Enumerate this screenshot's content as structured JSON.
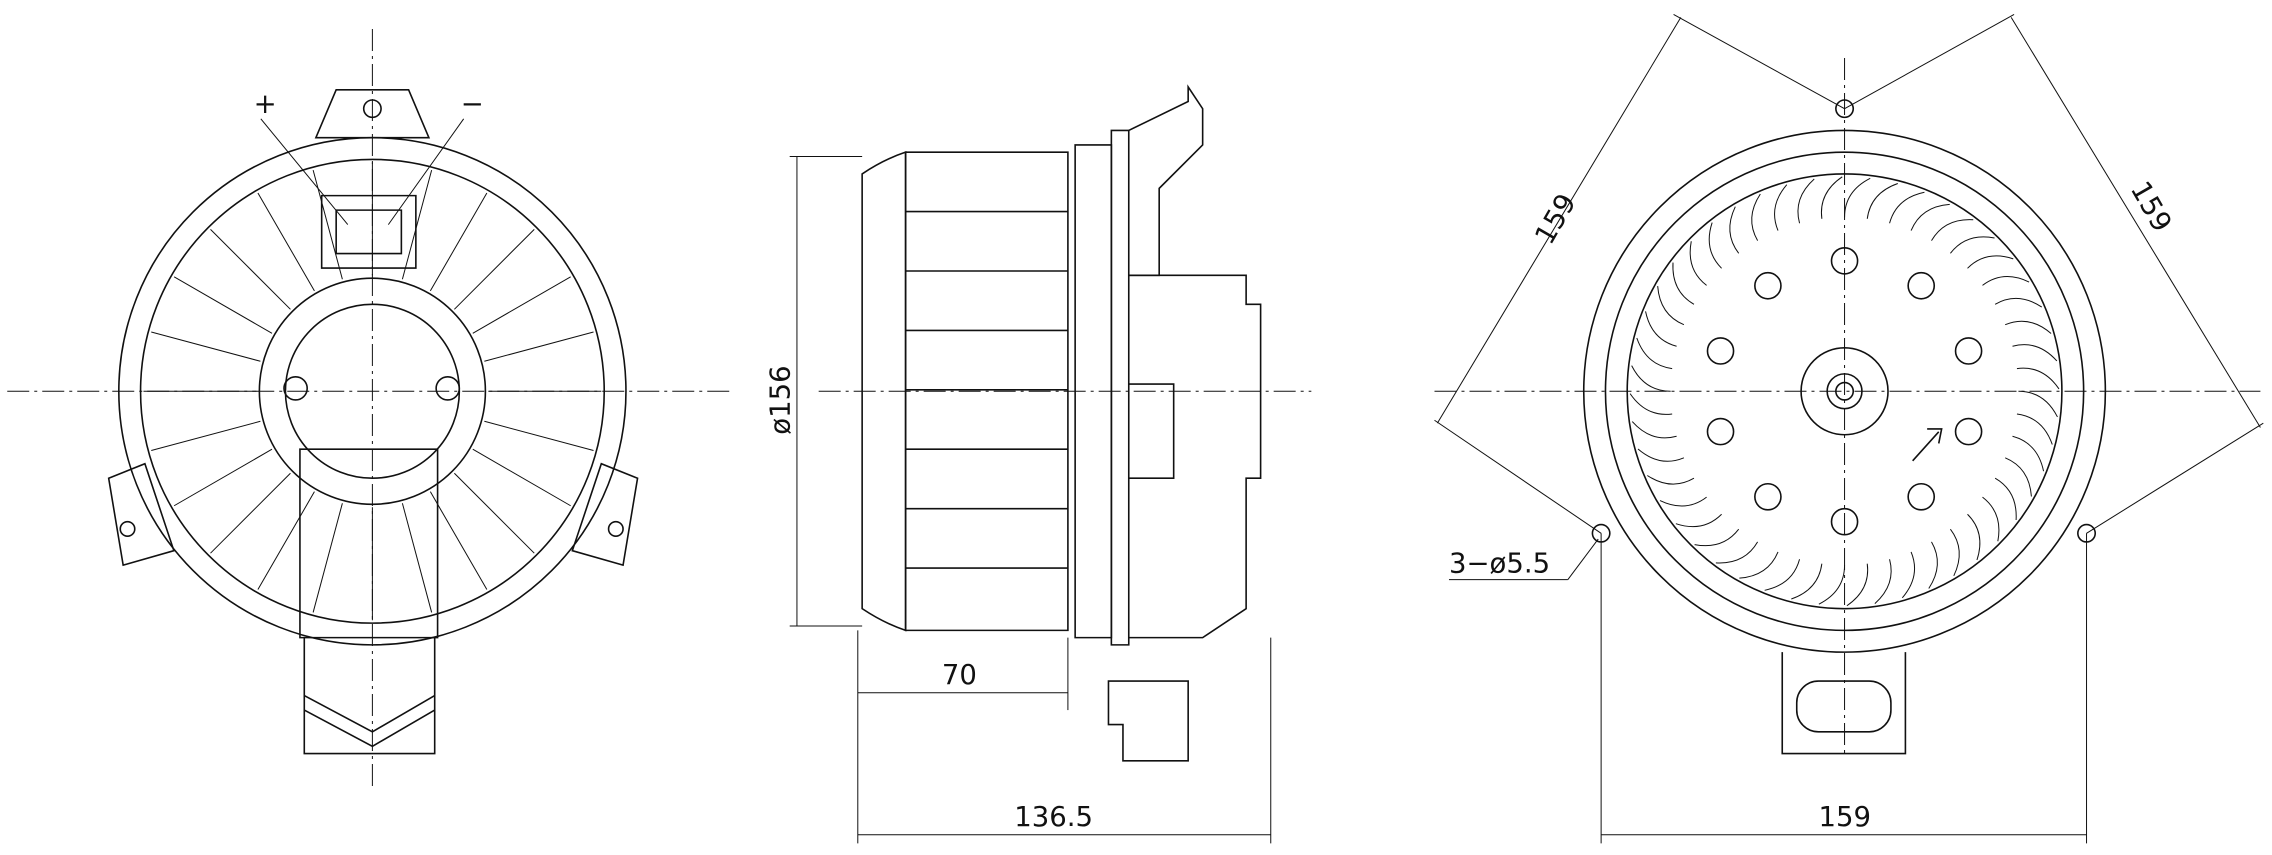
{
  "drawing": {
    "front_view": {
      "plus_label": "+",
      "minus_label": "−"
    },
    "side_view": {
      "diameter_label": "ø156",
      "depth_label": "70",
      "overall_length_label": "136.5"
    },
    "rear_view": {
      "width_label": "159",
      "diag_left_label": "159",
      "diag_right_label": "159",
      "holes_label": "3−ø5.5"
    },
    "line_color": "#111111"
  }
}
